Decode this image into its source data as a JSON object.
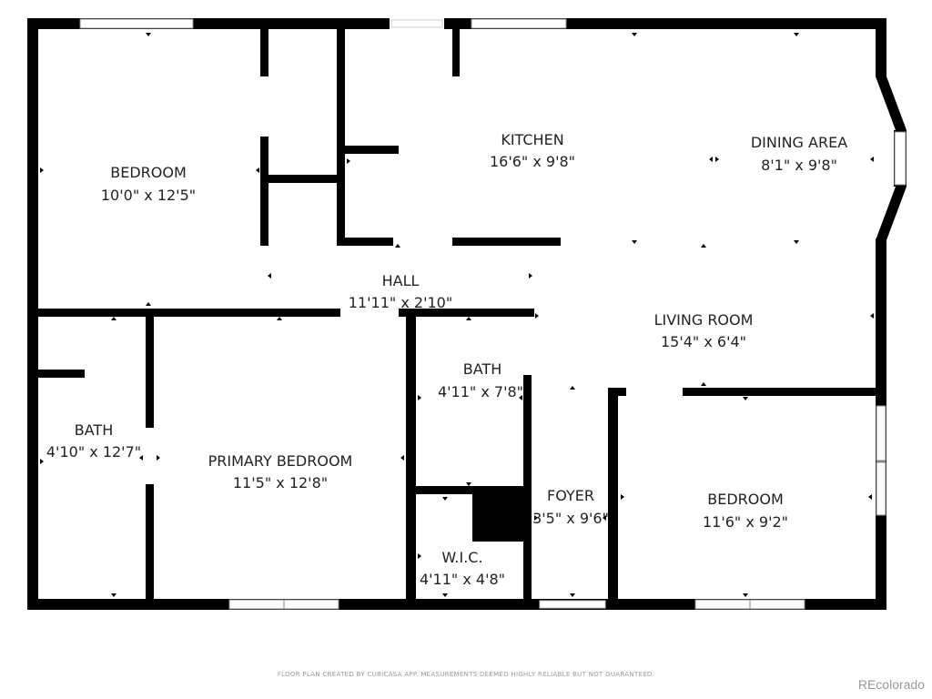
{
  "rooms": {
    "bedroom_nw": {
      "name": "BEDROOM",
      "dims": "10'0\" x 12'5\""
    },
    "kitchen": {
      "name": "KITCHEN",
      "dims": "16'6\" x 9'8\""
    },
    "dining": {
      "name": "DINING AREA",
      "dims": "8'1\" x 9'8\""
    },
    "hall": {
      "name": "HALL",
      "dims": "11'11\" x 2'10\""
    },
    "living": {
      "name": "LIVING ROOM",
      "dims": "15'4\" x 6'4\""
    },
    "bath_west": {
      "name": "BATH",
      "dims": "4'10\" x 12'7\""
    },
    "primary": {
      "name": "PRIMARY BEDROOM",
      "dims": "11'5\" x 12'8\""
    },
    "bath_center": {
      "name": "BATH",
      "dims": "4'11\" x 7'8\""
    },
    "wic": {
      "name": "W.I.C.",
      "dims": "4'11\" x 4'8\""
    },
    "foyer": {
      "name": "FOYER",
      "dims": "3'5\" x 9'6\""
    },
    "bedroom_se": {
      "name": "BEDROOM",
      "dims": "11'6\" x 9'2\""
    }
  },
  "footer": {
    "disclaimer": "FLOOR PLAN CREATED BY CUBICASA APP. MEASUREMENTS DEEMED HIGHLY RELIABLE BUT NOT GUARANTEED.",
    "brand": "REcolorado"
  },
  "colors": {
    "wall": "#000000",
    "window": "#ffffff",
    "text": "#222222"
  }
}
